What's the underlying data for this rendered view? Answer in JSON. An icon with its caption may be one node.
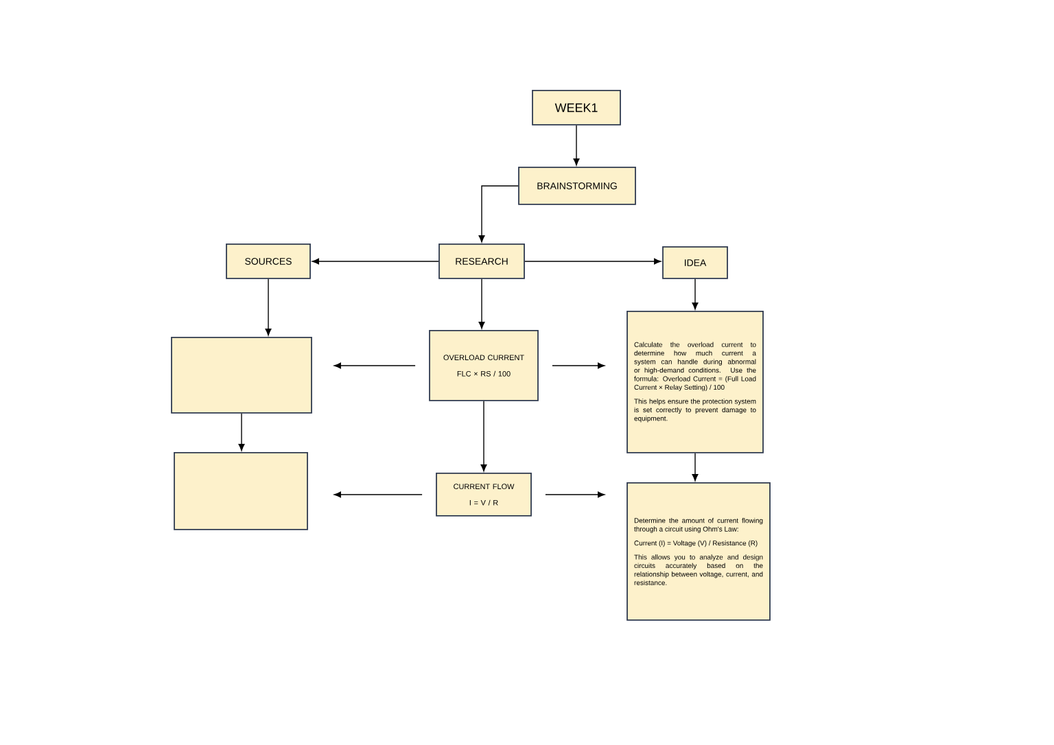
{
  "diagram": {
    "nodes": [
      {
        "text": [
          "WEEK1"
        ]
      },
      {
        "text": [
          "BRAINSTORMING"
        ]
      },
      {
        "text": [
          "SOURCES"
        ]
      },
      {
        "text": [
          "RESEARCH"
        ]
      },
      {
        "text": [
          "IDEA"
        ]
      },
      {
        "text": [],
        "shape": "box"
      },
      {
        "text": [
          "OVERLOAD CURRENT",
          "FLC × RS / 100"
        ]
      },
      {
        "text": [
          "Calculate the overload current to determine how much current a system can handle during abnormal or high-demand conditions. Use the formula: Overload Current = (Full Load Current × Relay Setting) / 100",
          "This helps ensure the protection system is set correctly to prevent damage to equipment."
        ]
      },
      {
        "text": [],
        "shape": "box"
      },
      {
        "text": [
          "CURRENT FLOW",
          "I = V / R"
        ]
      },
      {
        "text": [
          "Determine the amount of current flowing through a circuit using Ohm's Law:",
          "Current (I) = Voltage (V) / Resistance (R)",
          "This allows you to analyze and design circuits accurately based on the relationship between voltage, current, and resistance."
        ]
      }
    ],
    "edges": [
      {
        "from": 0,
        "to": 1,
        "arrow": "to"
      },
      {
        "from": 1,
        "to": 3,
        "arrow": "to"
      },
      {
        "from": 3,
        "to": 2,
        "arrow": "to"
      },
      {
        "from": 3,
        "to": 4,
        "arrow": "to"
      },
      {
        "from": 2,
        "to": 5,
        "arrow": "to"
      },
      {
        "from": 3,
        "to": 6,
        "arrow": "to"
      },
      {
        "from": 4,
        "to": 7,
        "arrow": "to"
      },
      {
        "from": 6,
        "to": 5,
        "arrow": "to"
      },
      {
        "from": 6,
        "to": 7,
        "arrow": "to"
      },
      {
        "from": 5,
        "to": 8,
        "arrow": "to"
      },
      {
        "from": 6,
        "to": 9,
        "arrow": "to"
      },
      {
        "from": 7,
        "to": 10,
        "arrow": "to"
      },
      {
        "from": 9,
        "to": 8,
        "arrow": "to"
      },
      {
        "from": 9,
        "to": 10,
        "arrow": "to"
      }
    ]
  }
}
